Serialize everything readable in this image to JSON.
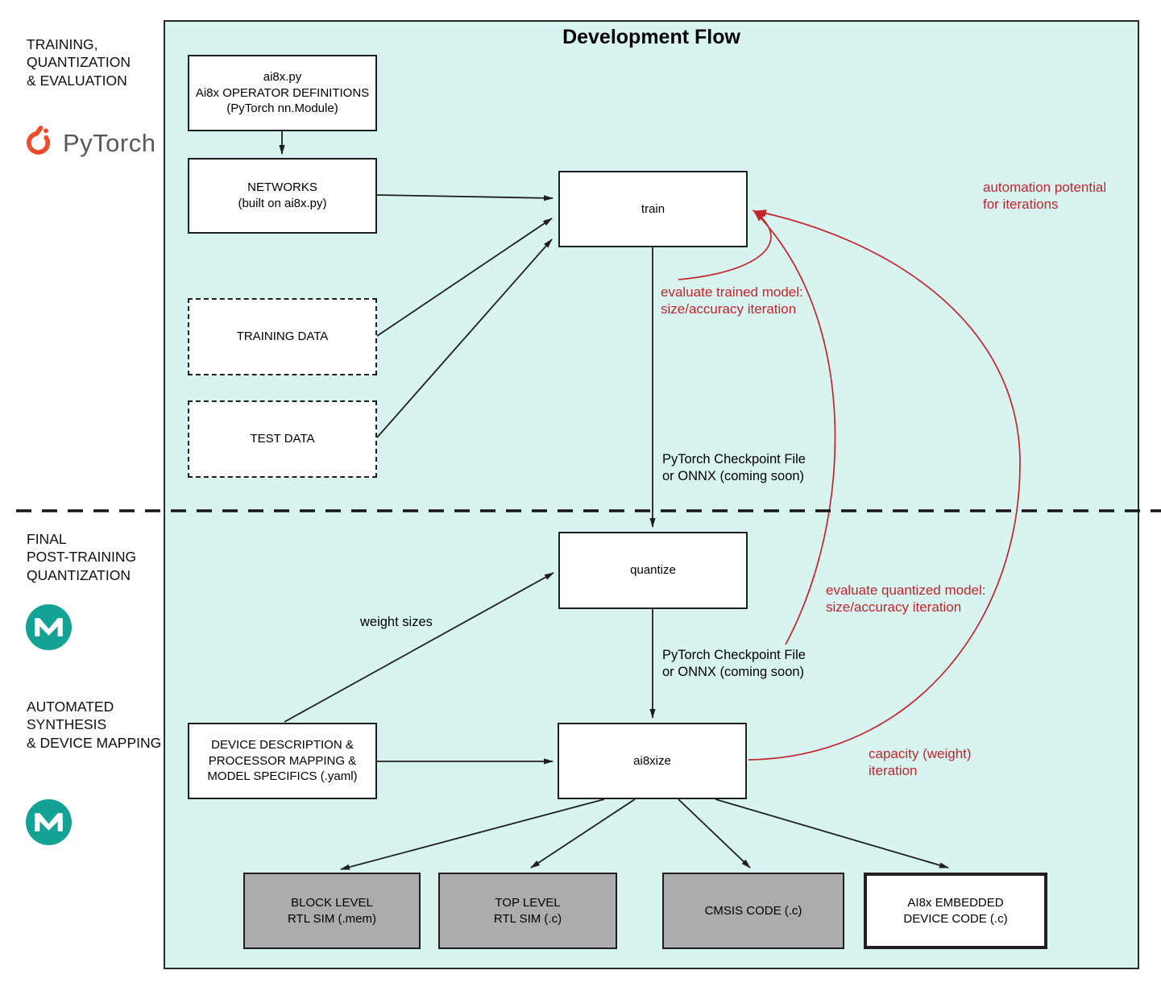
{
  "colors": {
    "flow_bg": "#d8f4f0",
    "accent_red": "#c4242c",
    "gray_box_bg": "#acacac",
    "maxim_teal": "#14a295",
    "pytorch_orange": "#ee4c2c",
    "pytorch_text": "#58595b"
  },
  "sidebar": {
    "section_training": "TRAINING,\nQUANTIZATION\n& EVALUATION",
    "pytorch_wordmark": "PyTorch",
    "pytorch_icon": "pytorch-flame-icon",
    "section_final": "FINAL\nPOST-TRAINING\nQUANTIZATION",
    "section_automated": "AUTOMATED\nSYNTHESIS\n& DEVICE MAPPING",
    "maxim_icon": "maxim-logo-icon"
  },
  "diagram": {
    "title": "Development Flow",
    "nodes": {
      "ai8x_definitions": "ai8x.py\nAi8x OPERATOR DEFINITIONS\n(PyTorch nn.Module)",
      "networks": "NETWORKS\n(built on ai8x.py)",
      "training_data": "TRAINING DATA",
      "test_data": "TEST DATA",
      "train": "train",
      "quantize": "quantize",
      "device_description": "DEVICE DESCRIPTION &\nPROCESSOR MAPPING &\nMODEL SPECIFICS (.yaml)",
      "ai8xize": "ai8xize",
      "block_level_rtl": "BLOCK LEVEL\nRTL SIM (.mem)",
      "top_level_rtl": "TOP LEVEL\nRTL SIM (.c)",
      "cmsis_code": "CMSIS CODE (.c)",
      "embedded_device_code": "AI8x EMBEDDED\nDEVICE CODE (.c)"
    },
    "edge_labels": {
      "pytorch_checkpoint": "PyTorch Checkpoint File\nor ONNX (coming soon)",
      "weight_sizes": "weight sizes"
    },
    "annotations": {
      "automation_potential": "automation potential\nfor iterations",
      "evaluate_trained": "evaluate trained model:\nsize/accuracy iteration",
      "evaluate_quantized": "evaluate quantized model:\nsize/accuracy iteration",
      "capacity_iteration": "capacity (weight)\niteration"
    }
  }
}
